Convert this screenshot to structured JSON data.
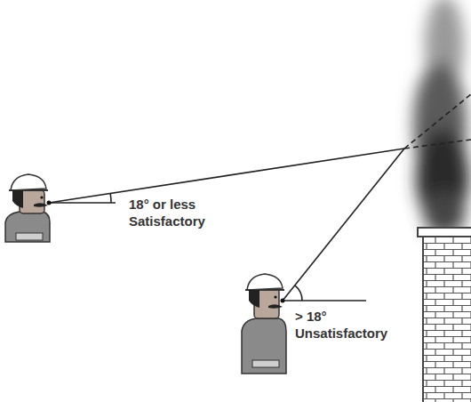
{
  "diagram": {
    "labels": [
      "18° or less",
      "Satisfactory",
      "> 18°",
      "Unsatisfactory"
    ]
  }
}
